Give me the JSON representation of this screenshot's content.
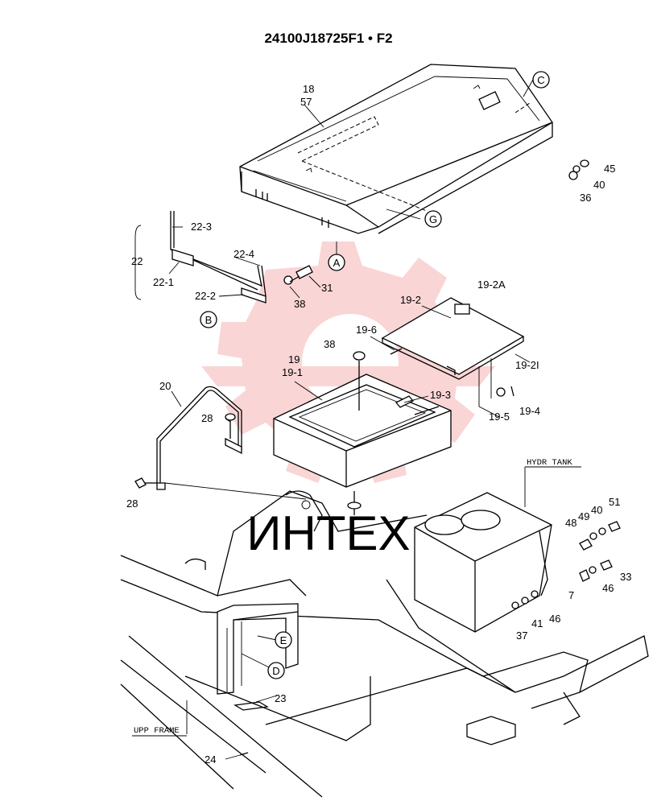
{
  "title": "24100J18725F1 • F2",
  "watermark_text": "ИНТЕХ",
  "captions": {
    "hydr_tank": "HYDR TANK",
    "upp_frame": "UPP FRAME"
  },
  "callouts": {
    "A": "A",
    "B": "B",
    "C": "C",
    "D": "D",
    "E": "E",
    "G": "G"
  },
  "part_labels": {
    "p18": "18",
    "p57": "57",
    "p45": "45",
    "p40a": "40",
    "p36": "36",
    "p22_3": "22-3",
    "p22": "22",
    "p22_4": "22-4",
    "p22_1": "22-1",
    "p22_2": "22-2",
    "p31": "31",
    "p38a": "38",
    "p19_2A": "19-2A",
    "p19_2": "19-2",
    "p19_6": "19-6",
    "p38b": "38",
    "p19": "19",
    "p19_1": "19-1",
    "p19_2I": "19-2I",
    "p19_3": "19-3",
    "p19_5": "19-5",
    "p19_4": "19-4",
    "p20": "20",
    "p28a": "28",
    "p28b": "28",
    "p48": "48",
    "p49": "49",
    "p40b": "40",
    "p51": "51",
    "p33": "33",
    "p46a": "46",
    "p7": "7",
    "p37": "37",
    "p41": "41",
    "p46b": "46",
    "p23": "23",
    "p24": "24"
  },
  "colors": {
    "line": "#000000",
    "watermark": "#f4a0a0",
    "background": "#ffffff"
  }
}
